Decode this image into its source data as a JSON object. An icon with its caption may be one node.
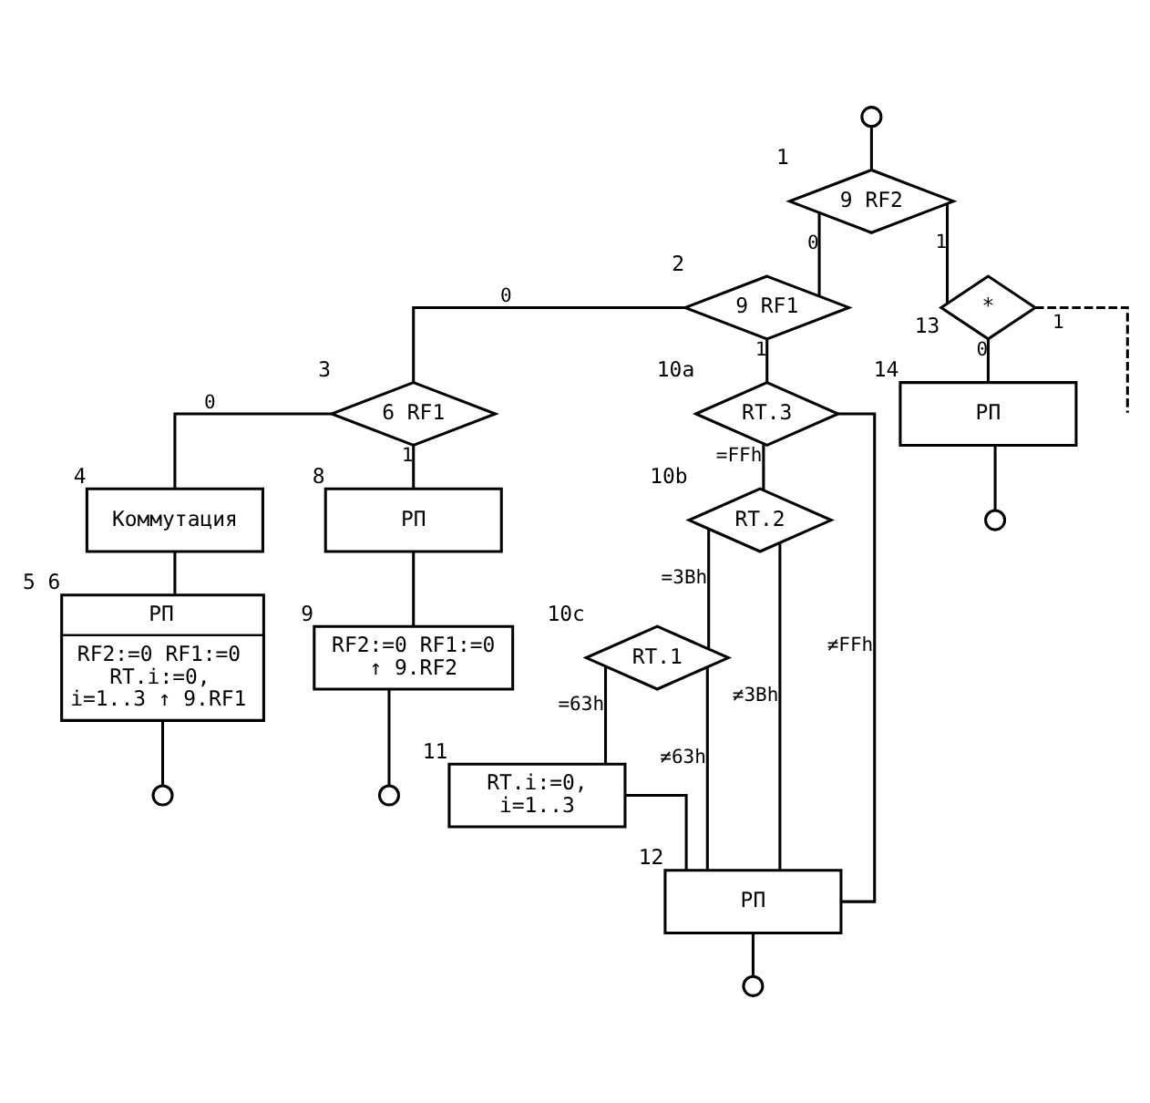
{
  "diagram": {
    "nodes": [
      {
        "text": [],
        "shape": "circle"
      },
      {
        "text": [
          "9 RF2"
        ],
        "beside": [
          "1"
        ]
      },
      {
        "text": [
          "9 RF1"
        ],
        "beside": [
          "2"
        ]
      },
      {
        "text": [
          "6 RF1"
        ],
        "beside": [
          "3"
        ]
      },
      {
        "text": [
          "Коммутация"
        ],
        "beside": [
          "4"
        ]
      },
      {
        "text": [
          "РП",
          "RF2:=0 RF1:=0 RT.i:=0, i=1..3 ↑ 9.RF1"
        ],
        "beside": [
          "5",
          "6"
        ]
      },
      {
        "text": [],
        "shape": "circle"
      },
      {
        "text": [
          "РП"
        ],
        "beside": [
          "8"
        ]
      },
      {
        "text": [
          "RF2:=0 RF1:=0 ↑ 9.RF2"
        ],
        "beside": [
          "9"
        ]
      },
      {
        "text": [],
        "shape": "circle"
      },
      {
        "text": [
          "RT.3"
        ],
        "beside": [
          "10a"
        ]
      },
      {
        "text": [
          "RT.2"
        ],
        "beside": [
          "10b"
        ]
      },
      {
        "text": [
          "RT.1"
        ],
        "beside": [
          "10c"
        ]
      },
      {
        "text": [
          "RT.i:=0, i=1..3"
        ],
        "beside": [
          "11"
        ]
      },
      {
        "text": [
          "РП"
        ],
        "beside": [
          "12"
        ]
      },
      {
        "text": [],
        "shape": "circle"
      },
      {
        "text": [
          "*"
        ],
        "beside": [
          "13"
        ]
      },
      {
        "text": [
          "РП"
        ],
        "beside": [
          "14"
        ]
      },
      {
        "text": [],
        "shape": "circle"
      }
    ],
    "edges": [
      {
        "from": 0,
        "to": 1,
        "arrow": "none"
      },
      {
        "from": 1,
        "to": 16,
        "arrow": "none",
        "label": "1"
      },
      {
        "from": 1,
        "to": 2,
        "arrow": "none",
        "label": "0"
      },
      {
        "from": 2,
        "to": 10,
        "arrow": "none",
        "label": "1"
      },
      {
        "from": 2,
        "to": 3,
        "arrow": "none",
        "label": "0"
      },
      {
        "from": 3,
        "to": 7,
        "arrow": "none",
        "label": "1"
      },
      {
        "from": 3,
        "to": 4,
        "arrow": "none",
        "label": "0"
      },
      {
        "from": 4,
        "to": 5,
        "arrow": "none"
      },
      {
        "from": 5,
        "to": 6,
        "arrow": "none"
      },
      {
        "from": 7,
        "to": 8,
        "arrow": "none"
      },
      {
        "from": 8,
        "to": 9,
        "arrow": "none"
      },
      {
        "from": 10,
        "to": 11,
        "arrow": "none",
        "label": "=FFh"
      },
      {
        "from": 10,
        "to": 14,
        "arrow": "none",
        "label": "≠FFh"
      },
      {
        "from": 11,
        "to": 12,
        "arrow": "none",
        "label": "=3Bh"
      },
      {
        "from": 11,
        "to": 14,
        "arrow": "none",
        "label": "≠3Bh"
      },
      {
        "from": 12,
        "to": 14,
        "arrow": "none",
        "label": "≠63h"
      },
      {
        "from": 12,
        "to": 13,
        "arrow": "none",
        "label": "=63h"
      },
      {
        "from": 13,
        "to": 14,
        "arrow": "none"
      },
      {
        "from": 14,
        "to": 15,
        "arrow": "none"
      },
      {
        "from": 16,
        "to": null,
        "arrow": "none",
        "label": "1",
        "style": "dashed"
      },
      {
        "from": 16,
        "to": 17,
        "arrow": "none",
        "label": "0"
      },
      {
        "from": 17,
        "to": 18,
        "arrow": "none"
      }
    ]
  }
}
